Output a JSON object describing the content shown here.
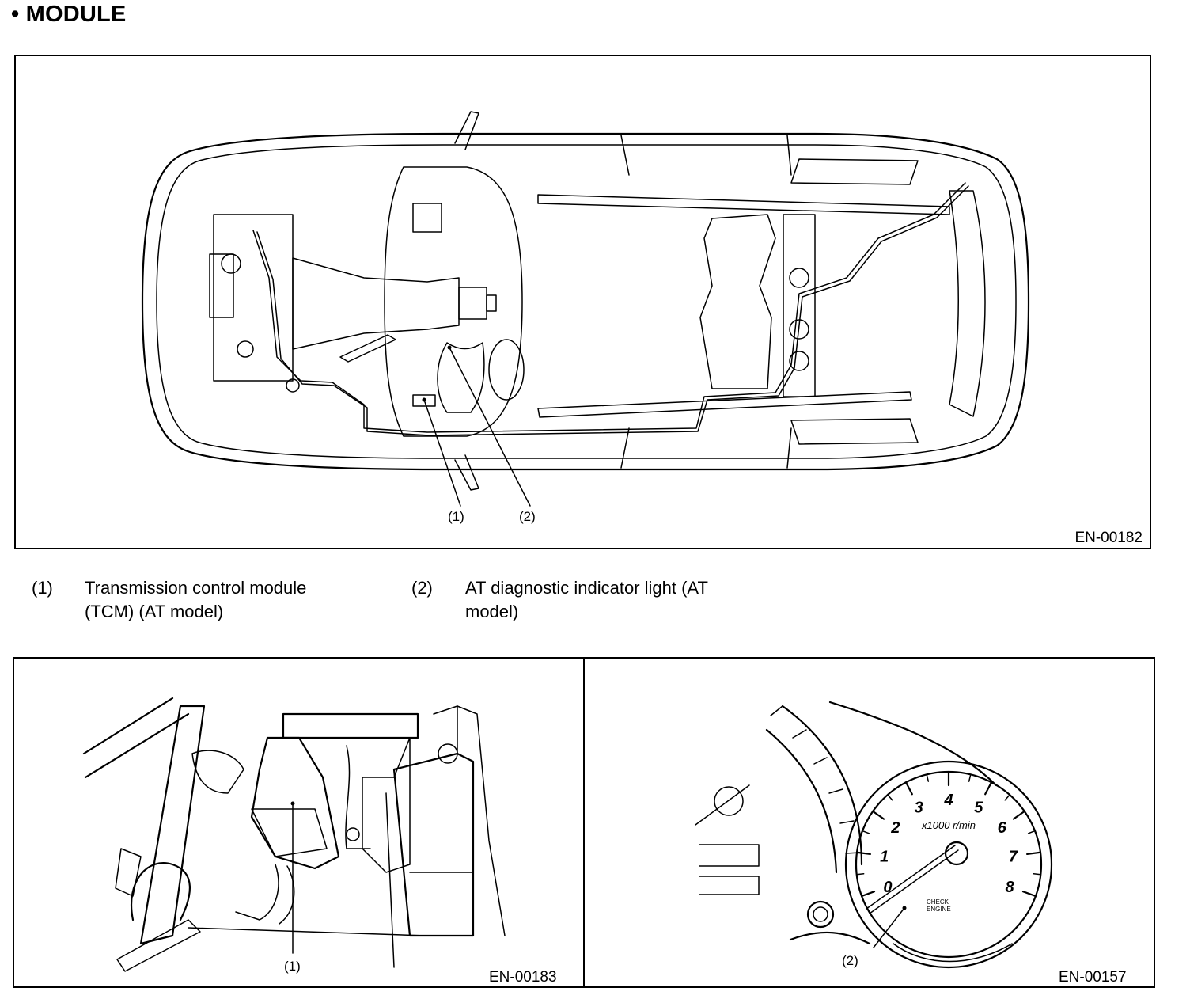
{
  "heading": "• MODULE",
  "figure_main": {
    "id": "EN-00182",
    "callouts": [
      "(1)",
      "(2)"
    ]
  },
  "legend": [
    {
      "num": "(1)",
      "line1": "Transmission control module",
      "line2": "(TCM) (AT model)"
    },
    {
      "num": "(2)",
      "line1": "AT diagnostic indicator light (AT",
      "line2": "model)"
    }
  ],
  "figure_tcm": {
    "id": "EN-00183",
    "callout": "(1)"
  },
  "figure_cluster": {
    "id": "EN-00157",
    "callout": "(2)",
    "gauge_numbers": [
      "0",
      "1",
      "2",
      "3",
      "4",
      "5",
      "6",
      "7",
      "8"
    ],
    "gauge_unit": "x1000 r/min",
    "check_engine": [
      "CHECK",
      "ENGINE"
    ]
  }
}
